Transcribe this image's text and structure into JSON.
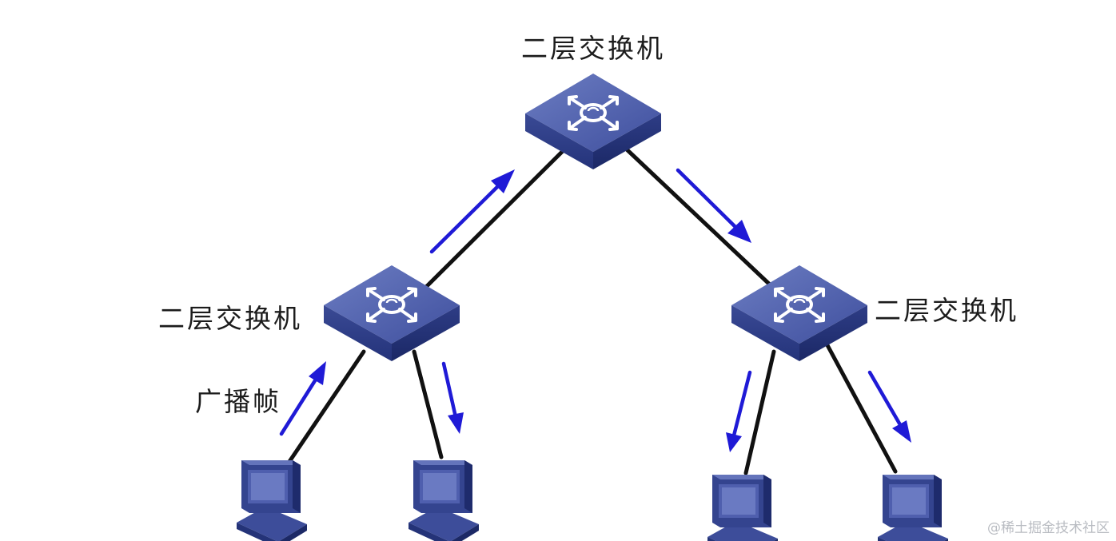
{
  "labels": {
    "top_switch": "二层交换机",
    "left_switch": "二层交换机",
    "right_switch": "二层交换机",
    "broadcast_frame": "广播帧"
  },
  "watermark": "@稀土掘金技术社区",
  "colors": {
    "switch_top": "#5a6cb4",
    "switch_side": "#2b3a85",
    "arrow": "#1f1ad6",
    "link": "#111111"
  }
}
